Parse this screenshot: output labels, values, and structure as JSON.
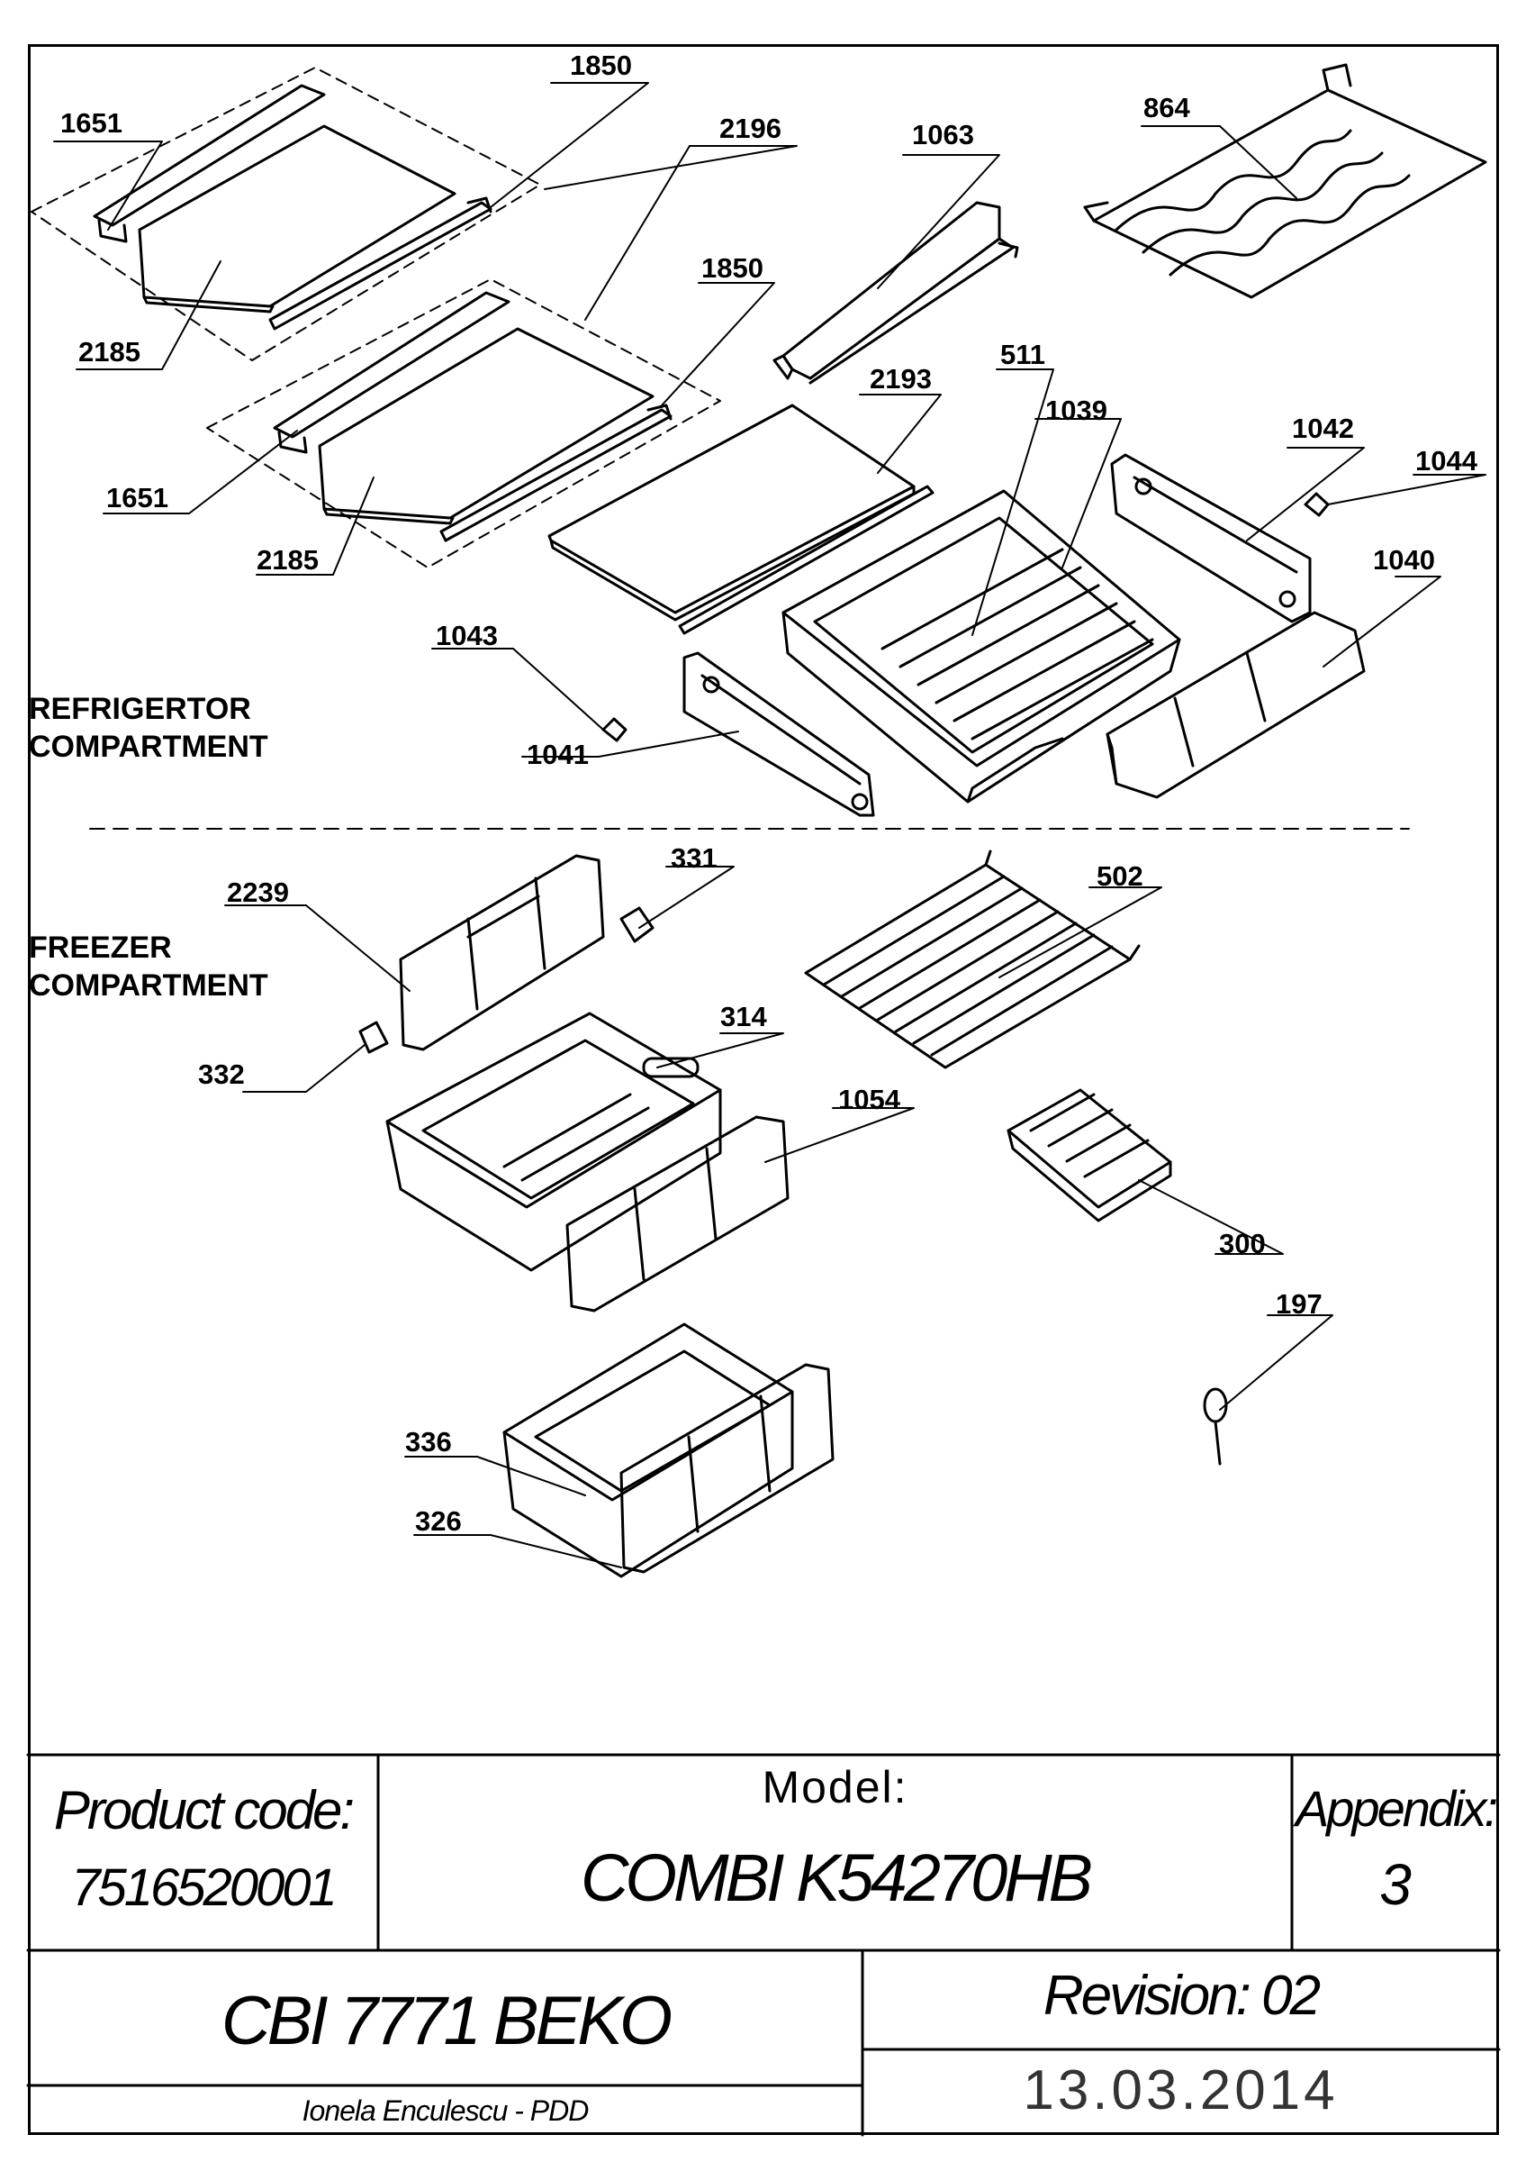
{
  "sections": {
    "refrigerator_line1": "REFRIGERTOR",
    "refrigerator_line2": "COMPARTMENT",
    "freezer_line1": "FREEZER",
    "freezer_line2": "COMPARTMENT"
  },
  "callouts": {
    "c1651a": "1651",
    "c1850a": "1850",
    "c2196": "2196",
    "c1063": "1063",
    "c864": "864",
    "c2185a": "2185",
    "c1850b": "1850",
    "c2193": "2193",
    "c511": "511",
    "c1039": "1039",
    "c1042": "1042",
    "c1044": "1044",
    "c1651b": "1651",
    "c2185b": "2185",
    "c1040": "1040",
    "c1043": "1043",
    "c1041": "1041",
    "c331": "331",
    "c2239": "2239",
    "c502": "502",
    "c314": "314",
    "c332": "332",
    "c1054": "1054",
    "c300": "300",
    "c197": "197",
    "c336": "336",
    "c326": "326"
  },
  "title_block": {
    "product_code_label": "Product code:",
    "product_code": "7516520001",
    "model_label": "Model:",
    "model": "COMBI K54270HB",
    "appendix_label": "Appendix:",
    "appendix": "3",
    "product_name": "CBI 7771 BEKO",
    "revision": "Revision: 02",
    "date": "13.03.2014",
    "author": "Ionela Enculescu - PDD"
  }
}
